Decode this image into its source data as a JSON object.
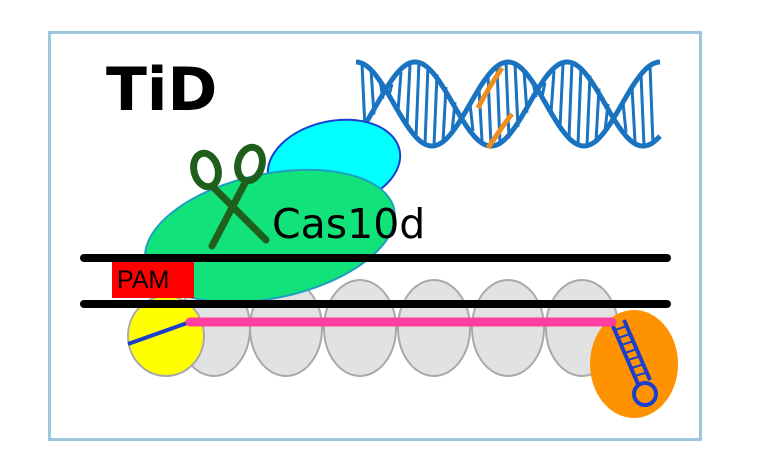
{
  "title": "TiD",
  "protein_label": "Cas10d",
  "pam_label": "PAM",
  "colors": {
    "frame": "#9cc6dd",
    "dna_helix": "#1a73c0",
    "dna_target": "#ef8c1e",
    "cas10d": "#12e27a",
    "cas10d_top": "#00ffff",
    "scissors": "#1f5f1c",
    "pam_box": "#ff0000",
    "cas_backbone": "#e2e2e2",
    "crrna": "#ff3fa0",
    "cas5": "#ffff00",
    "cas6": "#ff9200",
    "dna_strand": "#000000"
  },
  "icons": {
    "scissors": "scissors-icon",
    "dna": "dna-double-helix-icon"
  }
}
